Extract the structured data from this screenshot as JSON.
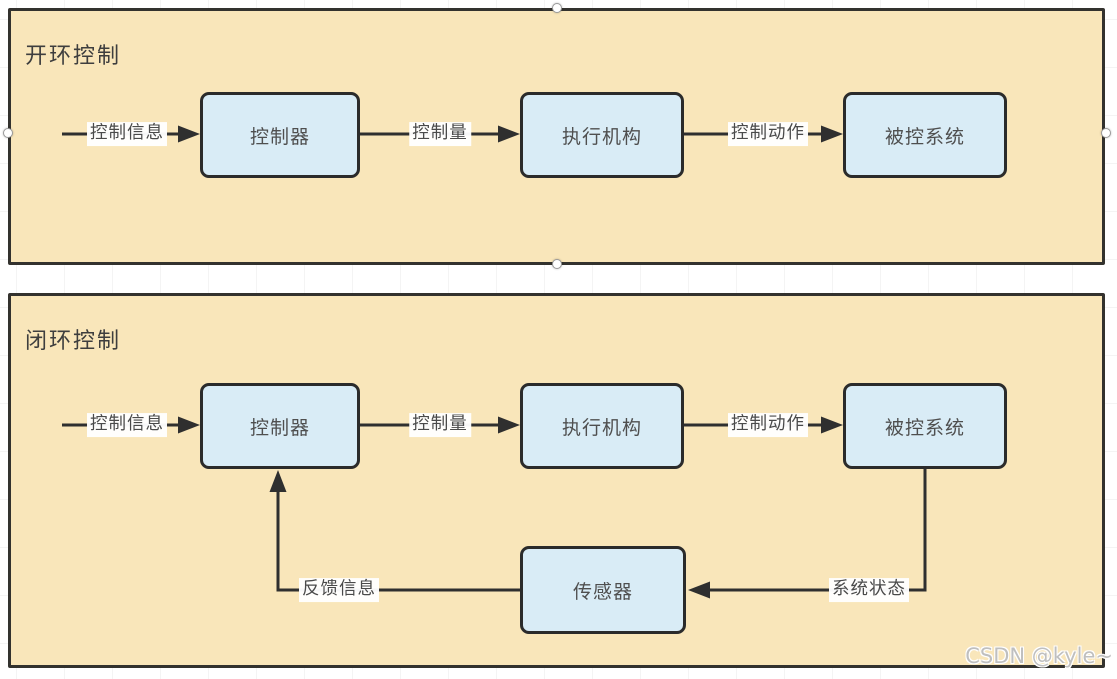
{
  "diagram": {
    "open_loop": {
      "title": "开环控制",
      "boxes": {
        "controller": "控制器",
        "actuator": "执行机构",
        "controlled_system": "被控系统"
      },
      "edge_labels": {
        "control_info": "控制信息",
        "control_quantity": "控制量",
        "control_action": "控制动作"
      }
    },
    "closed_loop": {
      "title": "闭环控制",
      "boxes": {
        "controller": "控制器",
        "actuator": "执行机构",
        "controlled_system": "被控系统",
        "sensor": "传感器"
      },
      "edge_labels": {
        "control_info": "控制信息",
        "control_quantity": "控制量",
        "control_action": "控制动作",
        "feedback_info": "反馈信息",
        "system_state": "系统状态"
      }
    },
    "watermark": "CSDN @kyle~",
    "colors": {
      "panel_bg": "#f9e6ba",
      "panel_border": "#33322e",
      "box_bg": "#d9ecf6",
      "box_border": "#2b2b2b",
      "connector": "#2f2f2f",
      "label_text": "#4a4a4a",
      "watermark": "#bfbfbf"
    }
  }
}
